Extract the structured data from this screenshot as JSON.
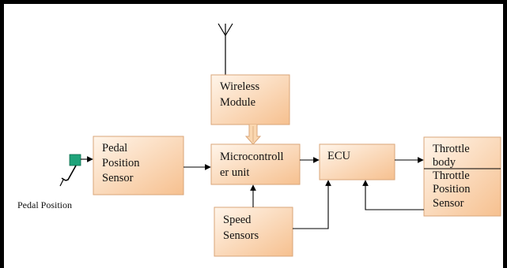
{
  "diagram": {
    "blocks": {
      "wireless": {
        "lines": [
          "Wireless",
          "Module"
        ]
      },
      "pedal_sensor": {
        "lines": [
          "Pedal",
          "Position",
          "Sensor"
        ]
      },
      "microcontroller": {
        "lines": [
          "Microcontroll",
          "er unit"
        ]
      },
      "ecu": {
        "lines": [
          "ECU"
        ]
      },
      "throttle_body": {
        "lines": [
          "Throttle",
          "body"
        ]
      },
      "throttle_sensor": {
        "lines": [
          "Throttle",
          "Position",
          "Sensor"
        ]
      },
      "speed": {
        "lines": [
          "Speed",
          "Sensors"
        ]
      }
    },
    "pedal_label": "Pedal Position",
    "colors": {
      "box_fill_light": "#fff3e6",
      "box_fill_dark": "#f7c596",
      "box_border": "#d9a679",
      "connector_fill": "#fad7b0",
      "pedal_marker": "#1fa37a",
      "line": "#000000"
    }
  }
}
